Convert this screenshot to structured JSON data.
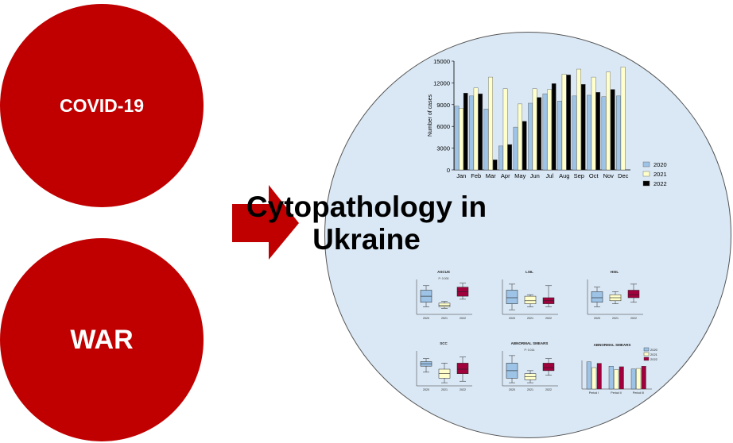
{
  "left": {
    "top_label": "COVID-19",
    "bottom_label": "WAR",
    "colors": {
      "circle": "#c00000",
      "arrow": "#c00000"
    }
  },
  "title_lines": [
    "Cytopathology in",
    "Ukraine"
  ],
  "colors": {
    "circle_fill": "#dae8f5",
    "y2020": "#9dc3e6",
    "y2021": "#ffffcc",
    "y2022": "#000000",
    "box2022": "#a0003c"
  },
  "chart_data": [
    {
      "type": "bar",
      "categories": [
        "Jan",
        "Feb",
        "Mar",
        "Apr",
        "May",
        "Jun",
        "Jul",
        "Aug",
        "Sep",
        "Oct",
        "Nov",
        "Dec"
      ],
      "series": [
        {
          "name": "2020",
          "values": [
            8800,
            10200,
            8400,
            3300,
            5900,
            9200,
            10500,
            9500,
            10200,
            10300,
            10100,
            10200
          ]
        },
        {
          "name": "2021",
          "values": [
            8500,
            11300,
            12800,
            11200,
            9100,
            11200,
            11100,
            13200,
            13900,
            12800,
            13500,
            14200
          ]
        },
        {
          "name": "2022",
          "values": [
            10600,
            10500,
            1400,
            3500,
            6700,
            10000,
            11900,
            13100,
            11800,
            10700,
            11100,
            null
          ]
        }
      ],
      "ylabel": "Number of cases",
      "ylim": [
        0,
        15000
      ],
      "yticks": [
        "0",
        "3000",
        "6000",
        "9000",
        "12000",
        "15000"
      ],
      "legend_position": "right"
    },
    {
      "type": "box",
      "title": "ASCUS",
      "annotation": "P: 0.000",
      "categories": [
        "2020",
        "2021",
        "2022"
      ]
    },
    {
      "type": "box",
      "title": "LSIL",
      "categories": [
        "2020",
        "2021",
        "2022"
      ]
    },
    {
      "type": "box",
      "title": "HSIL",
      "categories": [
        "2020",
        "2021",
        "2022"
      ]
    },
    {
      "type": "box",
      "title": "SCC",
      "categories": [
        "2020",
        "2021",
        "2022"
      ]
    },
    {
      "type": "box",
      "title": "ABNORMAL SMEARS",
      "annotation": "P: 0.014",
      "categories": [
        "2020",
        "2021",
        "2022"
      ]
    },
    {
      "type": "bar",
      "title": "ABNORMAL SMEARS",
      "categories": [
        "Period I",
        "Period II",
        "Period III"
      ],
      "series": [
        {
          "name": "2020"
        },
        {
          "name": "2021"
        },
        {
          "name": "2022"
        }
      ]
    }
  ]
}
